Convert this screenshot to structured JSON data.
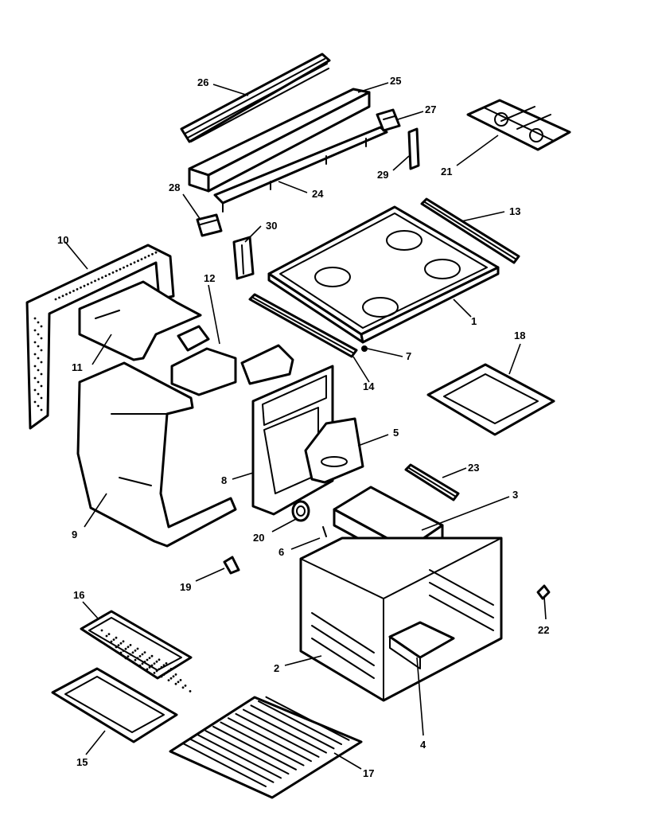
{
  "labels": [
    "1",
    "2",
    "3",
    "4",
    "5",
    "6",
    "7",
    "8",
    "9",
    "10",
    "11",
    "12",
    "13",
    "14",
    "15",
    "16",
    "17",
    "18",
    "19",
    "20",
    "21",
    "22",
    "23",
    "24",
    "25",
    "26",
    "27",
    "28",
    "29",
    "30"
  ]
}
